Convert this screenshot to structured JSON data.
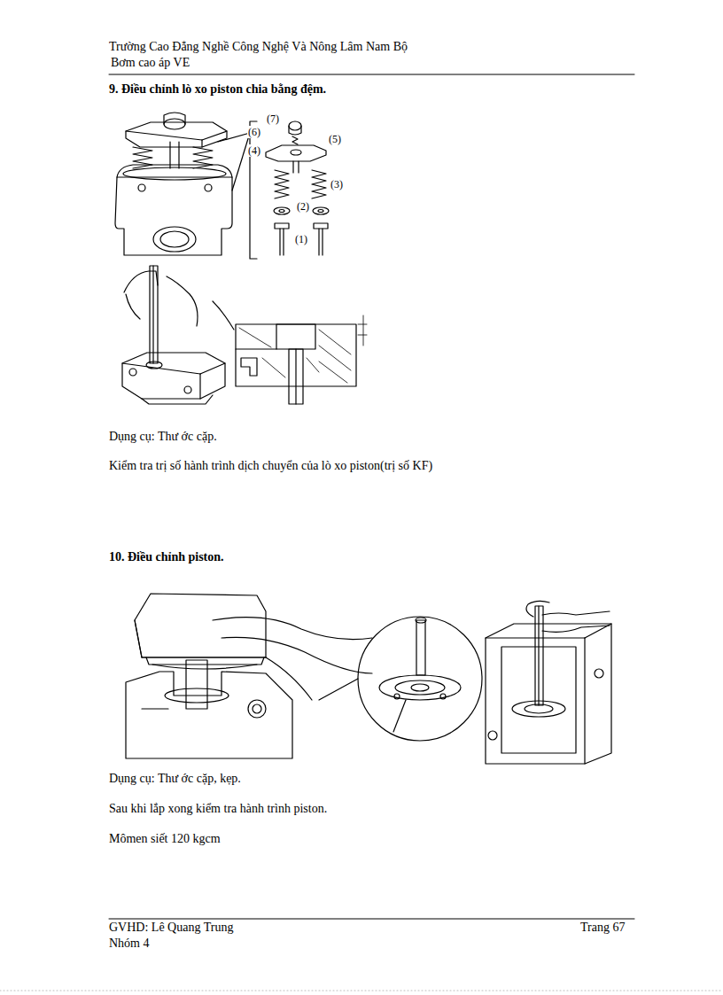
{
  "diagram": {
    "labels": [
      "Trường Cao Đẳng Nghề Công Nghệ Và Nông Lâm Nam Bộ",
      "Bơm cao áp VE",
      "9. Điều chỉnh lò xo piston chia bằng đệm.",
      "(7)",
      "(6)",
      "(5)",
      "(4)",
      "(3)",
      "(2)",
      "(1)",
      "Dụng cụ: Thư   ớc cặp.",
      "Kiểm tra trị số hành trình dịch chuyển của lò xo piston(trị số KF)",
      "10. Điều chỉnh piston.",
      "Dụng cụ: Thư   ớc cặp, kẹp.",
      "Sau khi lắp xong kiểm tra hành trình piston.",
      "Mômen siết 120 kgcm",
      "GVHD: Lê Quang Trung",
      "Trang 67",
      "Nhóm 4"
    ]
  }
}
